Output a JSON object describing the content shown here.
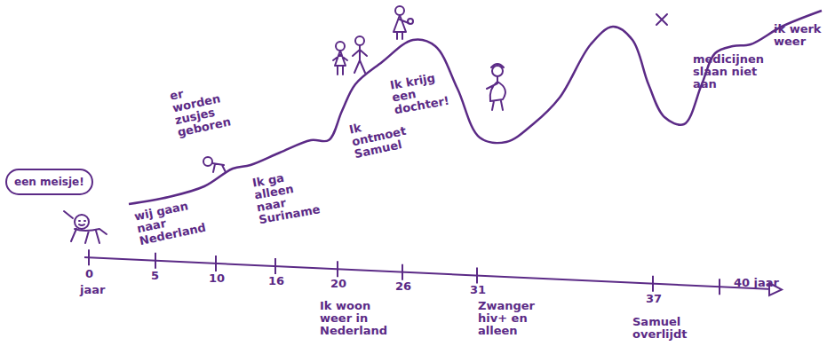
{
  "diagram": {
    "nodes": [
      {
        "text": [
          "een meisje!"
        ]
      }
    ],
    "labels": [
      "wij gaan naar Nederland",
      "er worden zusjes geboren",
      "Ik ga alleen naar Suriname",
      "Ik ontmoet Samuel",
      "Ik krijg een dochter!",
      "medicijnen slaan niet aan",
      "ik werk weer",
      "0",
      "jaar",
      "5",
      "10",
      "16",
      "20",
      "26",
      "31",
      "37",
      "40 jaar",
      "Ik woon weer in Nederland",
      "Zwanger hiv+ en alleen",
      "Samuel overlijdt"
    ]
  }
}
